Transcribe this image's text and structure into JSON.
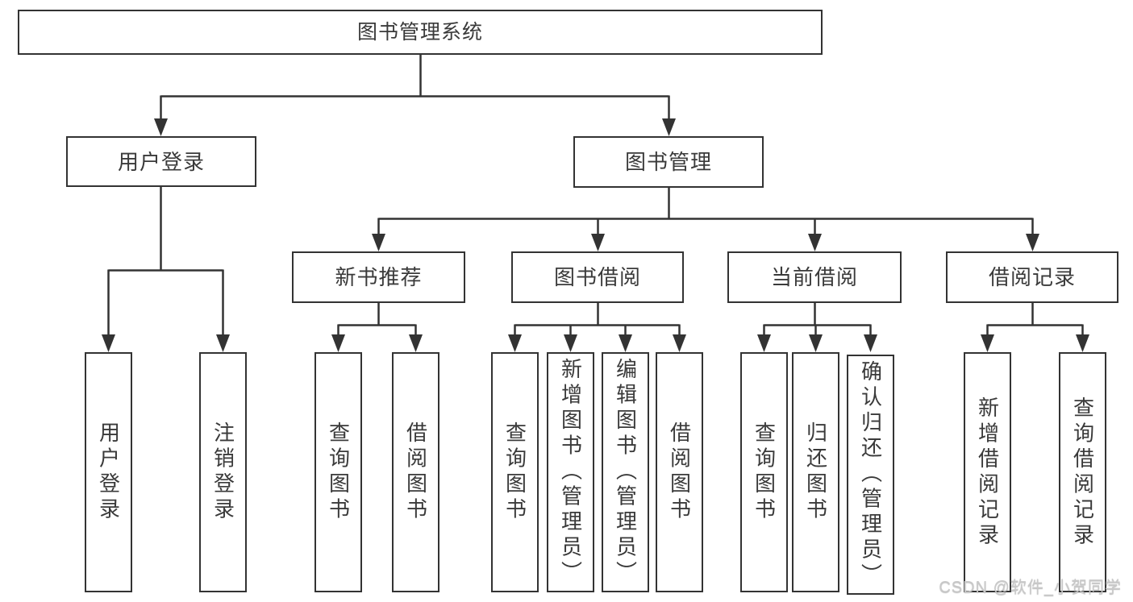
{
  "colors": {
    "line": "#333333",
    "box_border": "#333333",
    "text": "#3a3a3a",
    "background": "#ffffff",
    "watermark": "#c9c9c9"
  },
  "tree": {
    "root": {
      "label": "图书管理系统"
    },
    "branches": [
      {
        "label": "用户登录",
        "children": [
          {
            "label": "用户登录"
          },
          {
            "label": "注销登录"
          }
        ]
      },
      {
        "label": "图书管理",
        "children": [
          {
            "label": "新书推荐",
            "children": [
              {
                "label": "查询图书"
              },
              {
                "label": "借阅图书"
              }
            ]
          },
          {
            "label": "图书借阅",
            "children": [
              {
                "label": "查询图书"
              },
              {
                "label": "新增图书（管理员）"
              },
              {
                "label": "编辑图书（管理员）"
              },
              {
                "label": "借阅图书"
              }
            ]
          },
          {
            "label": "当前借阅",
            "children": [
              {
                "label": "查询图书"
              },
              {
                "label": "归还图书"
              },
              {
                "label": "确认归还（管理员）"
              }
            ]
          },
          {
            "label": "借阅记录",
            "children": [
              {
                "label": "新增借阅记录"
              },
              {
                "label": "查询借阅记录"
              }
            ]
          }
        ]
      }
    ]
  },
  "watermark": {
    "text": "CSDN @软件_小贺同学"
  }
}
